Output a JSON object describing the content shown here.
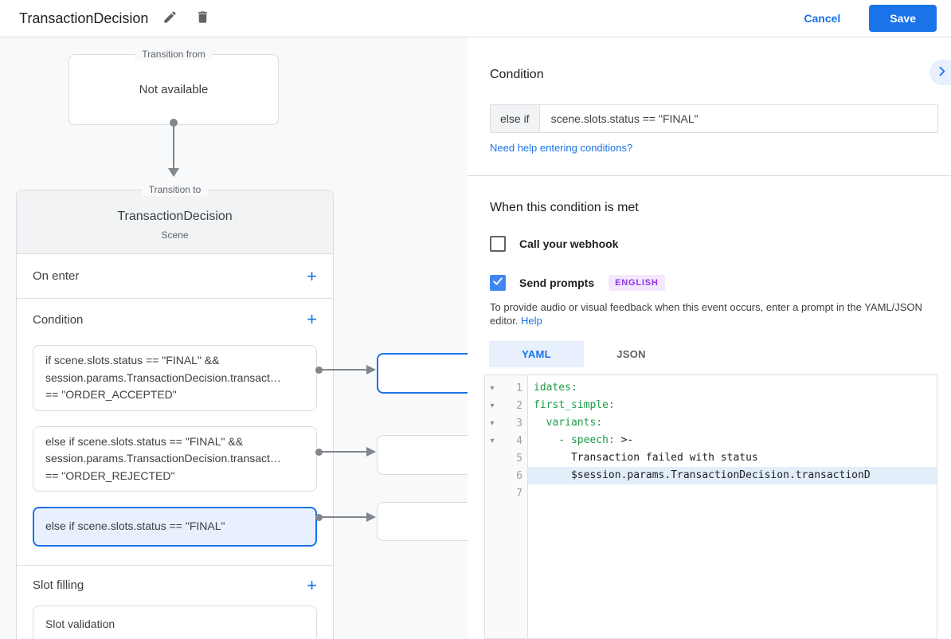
{
  "header": {
    "title": "TransactionDecision",
    "cancel_label": "Cancel",
    "save_label": "Save"
  },
  "diagram": {
    "transition_from": {
      "legend": "Transition from",
      "content": "Not available"
    },
    "transition_to": {
      "legend": "Transition to",
      "title": "TransactionDecision",
      "subtitle": "Scene"
    },
    "sections": {
      "on_enter": "On enter",
      "condition": "Condition",
      "slot_filling": "Slot filling"
    },
    "add_label": "+",
    "condition_cards": [
      {
        "lines": [
          "if scene.slots.status == \"FINAL\" &&",
          "session.params.TransactionDecision.transact…",
          "== \"ORDER_ACCEPTED\""
        ]
      },
      {
        "lines": [
          "else if scene.slots.status == \"FINAL\" &&",
          "session.params.TransactionDecision.transact…",
          "== \"ORDER_REJECTED\""
        ]
      },
      {
        "lines": [
          "else if scene.slots.status == \"FINAL\""
        ]
      }
    ],
    "slot_card": "Slot validation"
  },
  "panel": {
    "condition": {
      "heading": "Condition",
      "prefix": "else if",
      "value": "scene.slots.status == \"FINAL\"",
      "help_link": "Need help entering conditions?"
    },
    "when_met": {
      "heading": "When this condition is met",
      "webhook_label": "Call your webhook",
      "prompts_label": "Send prompts",
      "language_badge": "ENGLISH",
      "description": "To provide audio or visual feedback when this event occurs, enter a prompt in the YAML/JSON editor.",
      "help_label": "Help"
    },
    "tabs": {
      "yaml": "YAML",
      "json": "JSON"
    },
    "editor": {
      "lines": [
        {
          "num": "1",
          "fold": "▾",
          "key": "idates:",
          "plain": ""
        },
        {
          "num": "2",
          "fold": "▾",
          "key": "first_simple:",
          "plain": ""
        },
        {
          "num": "3",
          "fold": "▾",
          "key": "  variants:",
          "plain": ""
        },
        {
          "num": "4",
          "fold": "▾",
          "key": "    - speech:",
          "plain": " >-"
        },
        {
          "num": "5",
          "fold": "",
          "key": "",
          "plain": "      Transaction failed with status"
        },
        {
          "num": "6",
          "fold": "",
          "key": "",
          "plain": "      $session.params.TransactionDecision.transactionD"
        },
        {
          "num": "7",
          "fold": "",
          "key": "",
          "plain": ""
        }
      ]
    }
  },
  "colors": {
    "accent": "#1a73e8",
    "checkbox_checked": "#4285f4",
    "selected_card_bg": "#e8f0fe",
    "badge_bg": "#f3e8fd",
    "badge_text": "#9334e6",
    "code_key": "#1a9c47",
    "connector_gray": "#80868b"
  }
}
